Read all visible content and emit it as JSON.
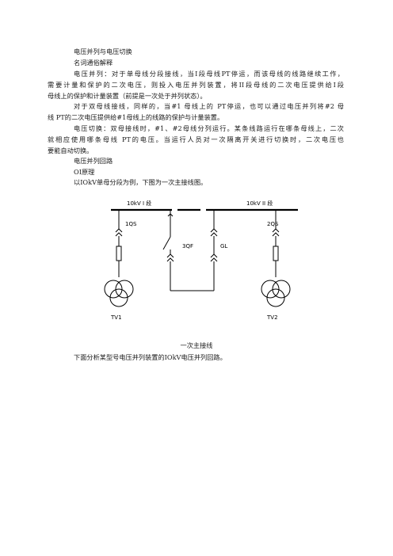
{
  "doc": {
    "title": "电压并列与电压切换",
    "section": "名词通俗解释",
    "p1": [
      "电压并列：对于单母线分段接线，当I段母线PT停运，而该母线的线路继续工作，",
      "需要计量和保护的二次电压，则投入电压并列装置，将II段母线的二次电压提供给I段",
      "母线上的保护和计量装置（前提是一次处于并列状态）。"
    ],
    "p2": [
      "对于双母线接线，同样的，当#1 母线上的 PT停运，也可以通过电压并列将#2 母",
      "线 PT的二次电压提供给#1母线上的线路的保护与计量装置。"
    ],
    "p3": [
      "电压切换：双母接线时，#1、#2母线分列运行。某条线路运行在哪条母线上，二次",
      "就相应使用哪条母线 PT的电压。当运行人员对一次隔离开关进行切换时，二次电压也",
      "要能自动切换。"
    ],
    "loop_title": "电压并列回路",
    "principle": "OI原理",
    "intro": "以IOkV单母分段为例，下图为一次主接线图。",
    "caption": "一次主接线",
    "footer": "下面分析某型号电压并列装置的IOkV电压并列回路。"
  },
  "diagram": {
    "bus1_label": "10kV  I 段",
    "bus2_label": "10kV  II 段",
    "qs1": "1QS",
    "qs2": "2QS",
    "qf": "3QF",
    "gl": "GL",
    "tv1": "TV1",
    "tv2": "TV2"
  }
}
